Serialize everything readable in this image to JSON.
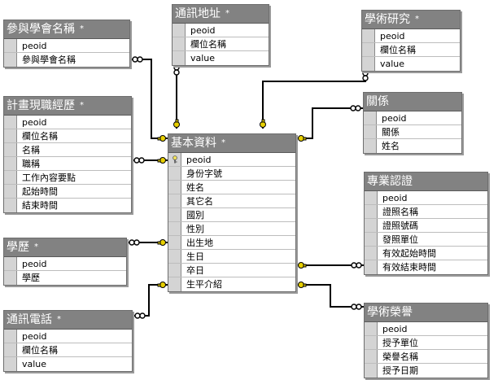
{
  "tables": {
    "canyu": {
      "title": "參與學會名稱",
      "fields": [
        "peoid",
        "參與學會名稱"
      ]
    },
    "tongxun_addr": {
      "title": "通訊地址",
      "fields": [
        "peoid",
        "欄位名稱",
        "value"
      ]
    },
    "xueshu_yanjiu": {
      "title": "學術研究",
      "fields": [
        "peoid",
        "欄位名稱",
        "value"
      ]
    },
    "jihua": {
      "title": "計畫現職經歷",
      "fields": [
        "peoid",
        "欄位名稱",
        "名稱",
        "職稱",
        "工作內容要點",
        "起始時間",
        "結束時間"
      ]
    },
    "guanxi": {
      "title": "關係",
      "fields": [
        "peoid",
        "關係",
        "姓名"
      ]
    },
    "jiben": {
      "title": "基本資料",
      "fields": [
        "peoid",
        "身份字號",
        "姓名",
        "其它名",
        "國別",
        "性別",
        "出生地",
        "生日",
        "卒日",
        "生平介紹"
      ]
    },
    "zhuanye": {
      "title": "專業認證",
      "fields": [
        "peoid",
        "證照名稱",
        "證照號碼",
        "發照單位",
        "有效起始時間",
        "有效結束時間"
      ]
    },
    "xueli": {
      "title": "學歷",
      "fields": [
        "peoid",
        "學歷"
      ]
    },
    "tongxun_phone": {
      "title": "通訊電話",
      "fields": [
        "peoid",
        "欄位名稱",
        "value"
      ]
    },
    "xueshu_rongyu": {
      "title": "學術榮譽",
      "fields": [
        "peoid",
        "授予單位",
        "榮譽名稱",
        "授予日期"
      ]
    }
  },
  "colors": {
    "header": "#828282",
    "selector": "#d4d4d4",
    "key": "#e8d000",
    "line": "#000000"
  }
}
